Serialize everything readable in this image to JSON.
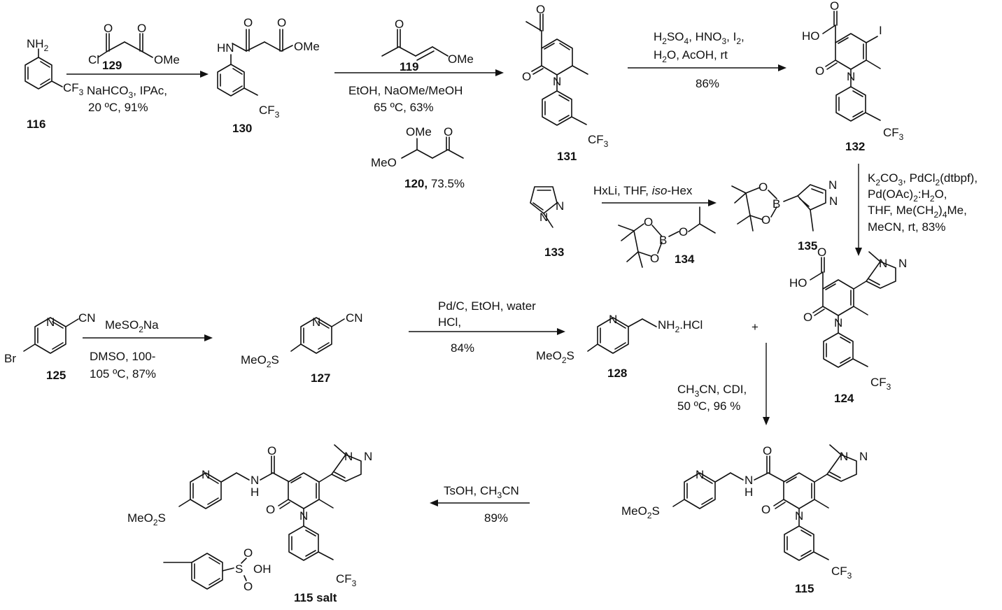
{
  "compounds": {
    "c116": {
      "label": "116",
      "nh2": "NH",
      "nh2_sub": "2",
      "cf3": "CF",
      "cf3_sub": "3"
    },
    "c129": {
      "label": "129",
      "cl": "Cl",
      "o1": "O",
      "o2": "O",
      "ome": "OMe"
    },
    "c130": {
      "label": "130",
      "hn": "HN",
      "o1": "O",
      "o2": "O",
      "ome": "OMe",
      "cf3": "CF",
      "cf3_sub": "3"
    },
    "c119": {
      "label": "119",
      "o": "O",
      "ome": "OMe"
    },
    "c120": {
      "label": "120,",
      "yield": "73.5%",
      "ome": "OMe",
      "meo": "MeO",
      "o": "O"
    },
    "c131": {
      "label": "131",
      "o1": "O",
      "o2": "O",
      "n": "N",
      "cf3": "CF",
      "cf3_sub": "3"
    },
    "c132": {
      "label": "132",
      "o1": "O",
      "ho": "HO",
      "i": "I",
      "o2": "O",
      "n": "N",
      "cf3": "CF",
      "cf3_sub": "3"
    },
    "c133": {
      "label": "133",
      "n1": "N",
      "n2": "N"
    },
    "c134": {
      "label": "134",
      "o1": "O",
      "o2": "O",
      "o3": "O",
      "b": "B"
    },
    "c135": {
      "label": "135",
      "o1": "O",
      "o2": "O",
      "b": "B",
      "n1": "N",
      "n2": "N"
    },
    "c124": {
      "label": "124",
      "n1": "N",
      "n2": "N",
      "o1": "O",
      "ho": "HO",
      "o2": "O",
      "n3": "N",
      "cf3": "CF",
      "cf3_sub": "3"
    },
    "c125": {
      "label": "125",
      "n": "N",
      "cn": "CN",
      "br": "Br"
    },
    "c127": {
      "label": "127",
      "n": "N",
      "cn": "CN",
      "meo2s": "MeO",
      "meo2s_sub": "2",
      "s": "S"
    },
    "c128": {
      "label": "128",
      "n": "N",
      "nh2hcl": "NH",
      "nh2_sub": "2",
      "hcl": ".HCl",
      "meo2s": "MeO",
      "meo2s_sub": "2",
      "s": "S"
    },
    "c115": {
      "label": "115",
      "n1": "N",
      "h": "H",
      "nh": "N",
      "o1": "O",
      "o2": "O",
      "n2": "N",
      "n3": "N",
      "n4": "N",
      "meo2s": "MeO",
      "meo2s_sub": "2",
      "s": "S",
      "cf3": "CF",
      "cf3_sub": "3"
    },
    "c115salt": {
      "label": "115 salt",
      "n1": "N",
      "h": "H",
      "nh": "N",
      "o1": "O",
      "o2": "O",
      "n2": "N",
      "n3": "N",
      "n4": "N",
      "meo2s": "MeO",
      "meo2s_sub": "2",
      "s": "S",
      "cf3": "CF",
      "cf3_sub": "3",
      "so3h_o1": "O",
      "so3h_o2": "O",
      "so3h_s": "S",
      "so3h_oh": "OH"
    }
  },
  "plus": "+",
  "conditions": {
    "r1": {
      "line1a": "NaHCO",
      "line1b": "3",
      "line1c": ", IPAc,",
      "line2": "20 ºC, 91%"
    },
    "r2": {
      "line1": "EtOH, NaOMe/MeOH",
      "line2": "65 ºC, 63%"
    },
    "r3": {
      "line1": "H",
      "line1_full": [
        "H",
        "2",
        "SO",
        "4",
        ", HNO",
        "3",
        ",  I",
        "2",
        ","
      ],
      "line2": "H",
      "line2_full": [
        "H",
        "2",
        "O, AcOH, rt"
      ],
      "yield": "86%"
    },
    "r4": {
      "line1a": "HxLi, THF, ",
      "line1b": "iso",
      "line1c": "-Hex"
    },
    "r5": {
      "line1": [
        "K",
        "2",
        "CO",
        "3",
        ", PdCl",
        "2",
        "(dtbpf),"
      ],
      "line2": [
        "Pd(OAc)",
        "2",
        ":H",
        "2",
        "O,"
      ],
      "line3": [
        "THF, Me(CH",
        "2",
        ")",
        "4",
        "Me,"
      ],
      "line4": "MeCN, rt, 83%"
    },
    "r6": {
      "reagent": [
        "MeSO",
        "2",
        "Na"
      ],
      "line1": "DMSO, 100-",
      "line2": "105 ºC, 87%"
    },
    "r7": {
      "line1": "Pd/C, EtOH, water",
      "line2": "HCl,",
      "yield": "84%"
    },
    "r8": {
      "line1": [
        "CH",
        "3",
        "CN, CDI,"
      ],
      "line2": "50 ºC, 96 %"
    },
    "r9": {
      "line1": [
        "TsOH,  CH",
        "3",
        "CN"
      ],
      "yield": "89%"
    }
  }
}
